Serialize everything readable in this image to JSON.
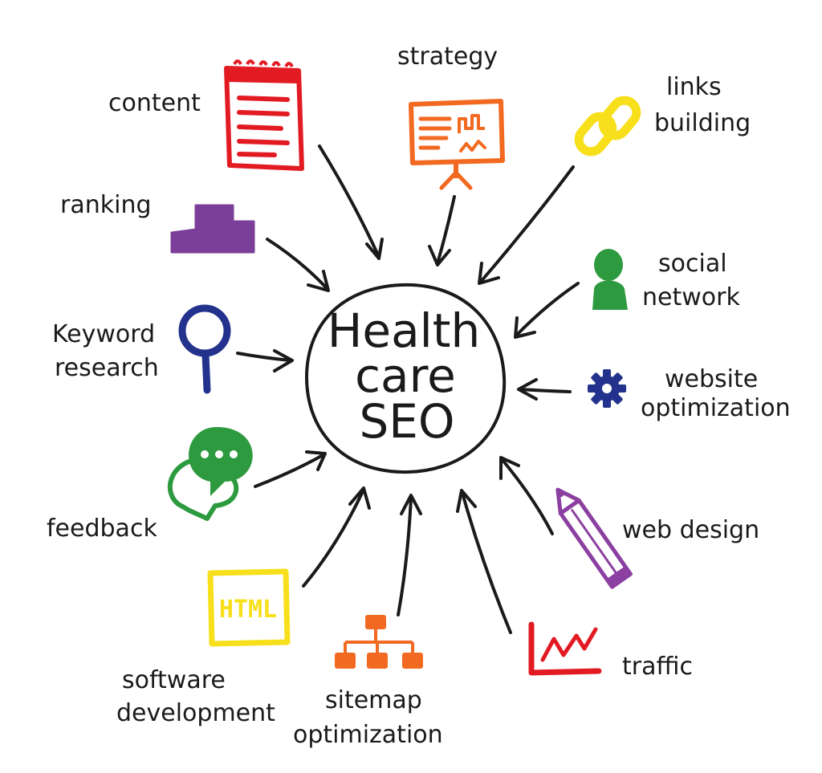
{
  "center": {
    "line1": "Health",
    "line2": "care",
    "line3": "SEO"
  },
  "nodes": {
    "content": "content",
    "strategy": "strategy",
    "links_line1": "links",
    "links_line2": "building",
    "ranking": "ranking",
    "social_line1": "social",
    "social_line2": "network",
    "keyword_line1": "Keyword",
    "keyword_line2": "research",
    "website_line1": "website",
    "website_line2": "optimization",
    "feedback": "feedback",
    "web_design": "web design",
    "software_line1": "software",
    "software_line2": "development",
    "sitemap_line1": "sitemap",
    "sitemap_line2": "optimization",
    "traffic": "traffic"
  },
  "icon_text": {
    "html": "HTML"
  },
  "icons": {
    "content": "notepad-icon",
    "strategy": "presentation-board-icon",
    "links": "chain-link-icon",
    "ranking": "podium-icon",
    "social": "person-icon",
    "keyword": "magnifier-icon",
    "website": "gear-icon",
    "feedback": "speech-bubbles-icon",
    "web_design": "pencil-icon",
    "software": "html-box-icon",
    "sitemap": "sitemap-icon",
    "traffic": "line-chart-icon"
  },
  "colors": {
    "ink": "#1a1a1a",
    "red": "#e21b23",
    "orange": "#f26a21",
    "yellow": "#f7e01b",
    "purple": "#7b3f99",
    "green": "#2e9a3f",
    "blue": "#23338d",
    "pencil_purple": "#8b3fa0",
    "sitemap_orange": "#f26a21",
    "traffic_red": "#e21b23"
  }
}
